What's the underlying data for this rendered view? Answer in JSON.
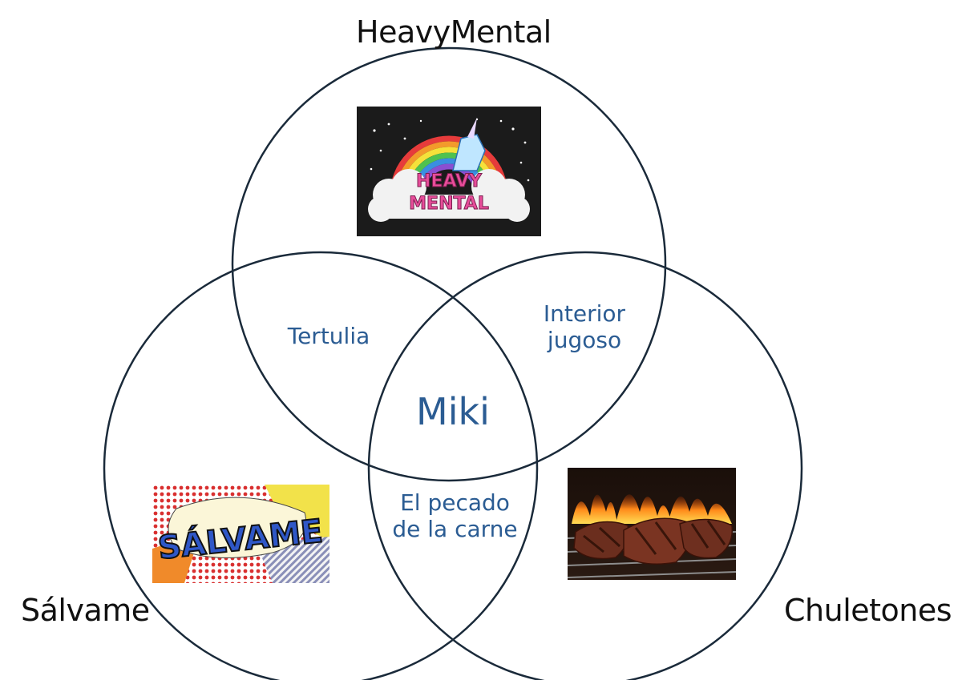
{
  "colors": {
    "circle_stroke": "#1a2a3a",
    "set_label": "#111111",
    "region_label": "#2b5c93"
  },
  "sets": {
    "top": "HeavyMental",
    "left": "Sálvame",
    "right": "Chuletones"
  },
  "regions": {
    "top_left": "Tertulia",
    "top_right": [
      "Interior",
      "jugoso"
    ],
    "left_right": [
      "El pecado",
      "de la carne"
    ],
    "center": "Miki"
  },
  "images": {
    "heavymental_logo": {
      "icon": "unicorn-rainbow-logo",
      "text": [
        "HEAVY",
        "MENTAL"
      ]
    },
    "salvame_logo": {
      "icon": "pop-art-comic-logo",
      "text": "SÁLVAME"
    },
    "chuletones_photo": {
      "icon": "grilled-steak-photo"
    }
  }
}
